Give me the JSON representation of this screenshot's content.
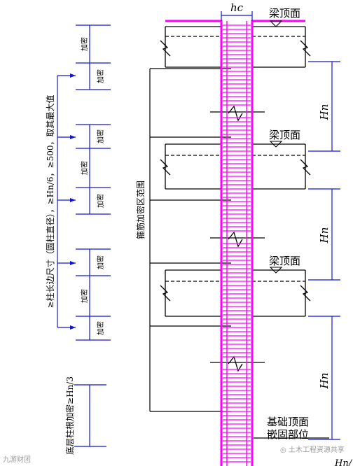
{
  "labels": {
    "hc": "hc",
    "beam_top_1": "梁顶面",
    "beam_top_2": "梁顶面",
    "beam_top_3": "梁顶面",
    "hn_1": "Hn",
    "hn_2": "Hn",
    "hn_3": "Hn",
    "foundation_line1": "基础顶面",
    "foundation_line2": "嵌固部位",
    "stirrup_zone": "箍筋加密区范围",
    "max_rule": "≥柱长边尺寸（圆柱直径），≥Hn/6，≥500，取其最大值",
    "bottom_rule": "底层柱根加密≥Hn/3",
    "dense": "加密",
    "bottom_partial": "Hn/"
  },
  "watermarks": {
    "left": "九游财团",
    "right": "土木工程资源共享"
  },
  "colors": {
    "column_outline": "#ff00ff",
    "dimension": "#1515d0",
    "structure": "#000000"
  }
}
